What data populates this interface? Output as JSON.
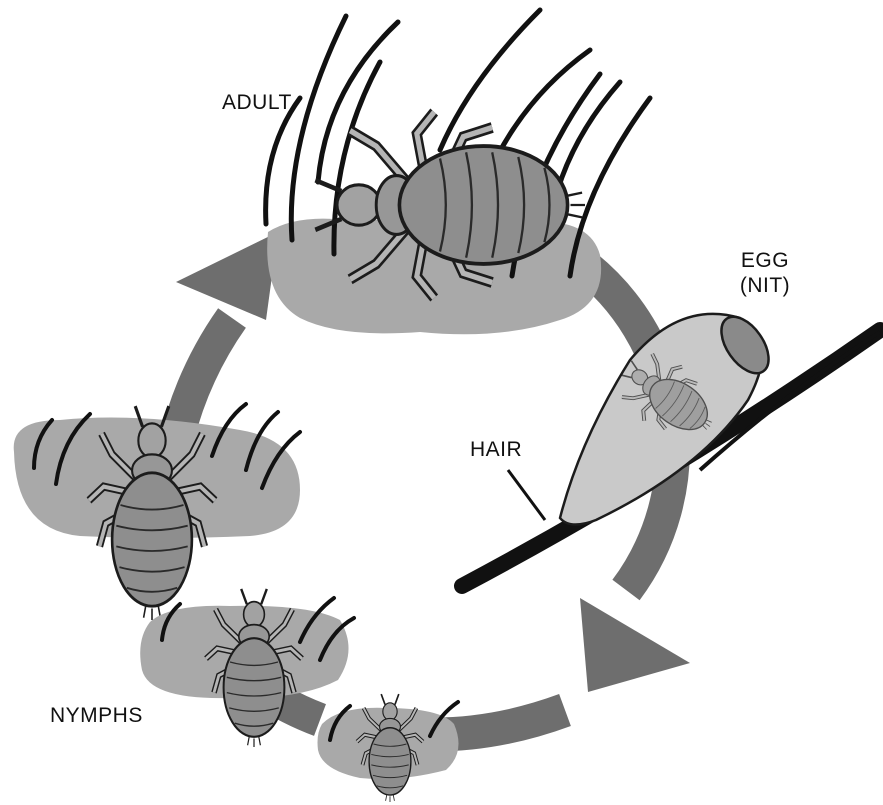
{
  "labels": {
    "adult": "ADULT",
    "egg": "EGG",
    "nit": "(NIT)",
    "hair": "HAIR",
    "nymphs": "NYMPHS"
  },
  "colors": {
    "cycle_arrow": "#6e6e6e",
    "patch": "#a9a9a9",
    "louse_body": "#8e8e8e",
    "louse_outline": "#1c1c1c",
    "hair": "#111111",
    "nit_shell": "#c9c9c9"
  }
}
